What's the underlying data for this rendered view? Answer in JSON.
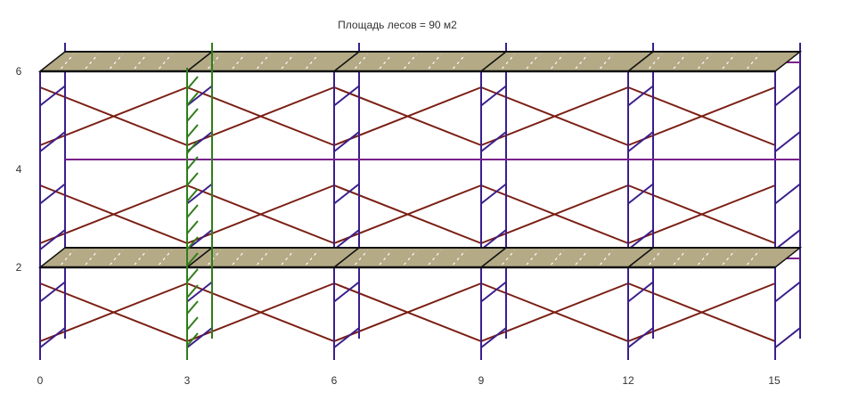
{
  "title": "Площадь лесов = 90 м2",
  "axes": {
    "x_ticks": [
      "0",
      "3",
      "6",
      "9",
      "12",
      "15"
    ],
    "y_ticks": [
      "2",
      "4",
      "6"
    ]
  },
  "scaffold": {
    "bays": 5,
    "bay_width_m": 3,
    "level_height_m": 2,
    "levels": 3,
    "deck_levels_m": [
      2,
      6
    ],
    "ladder_bay": 1
  },
  "colors": {
    "frame": "#3a1e8c",
    "brace": "#7b1f14",
    "rail": "#7a1f8a",
    "ladder": "#2e7d1a",
    "deck_fill": "#b4aa86",
    "deck_edge": "#111111",
    "deck_dash": "#ffffff"
  }
}
